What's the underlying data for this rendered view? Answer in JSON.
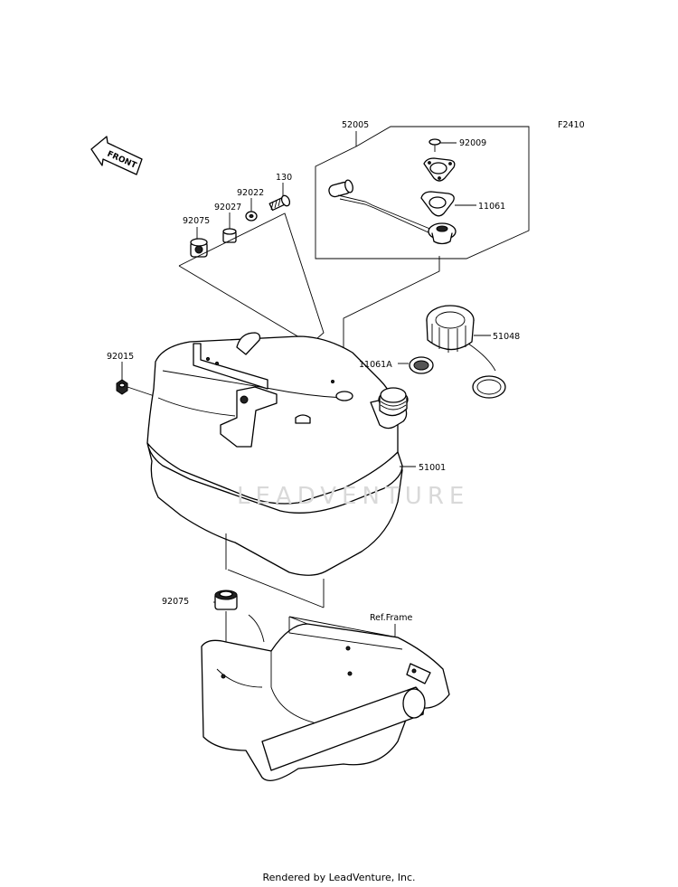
{
  "figure_code": "F2410",
  "front_arrow_text": "FRONT",
  "watermark": "LEADVENTURE",
  "reference_label": "Ref.Frame",
  "parts": {
    "p52005": "52005",
    "p92009": "92009",
    "p11061": "11061",
    "p130": "130",
    "p92022": "92022",
    "p92027": "92027",
    "p92075_top": "92075",
    "p51048": "51048",
    "p11061A": "11061A",
    "p92015": "92015",
    "p51001": "51001",
    "p92075_bottom": "92075"
  },
  "footer": "Rendered by LeadVenture, Inc."
}
